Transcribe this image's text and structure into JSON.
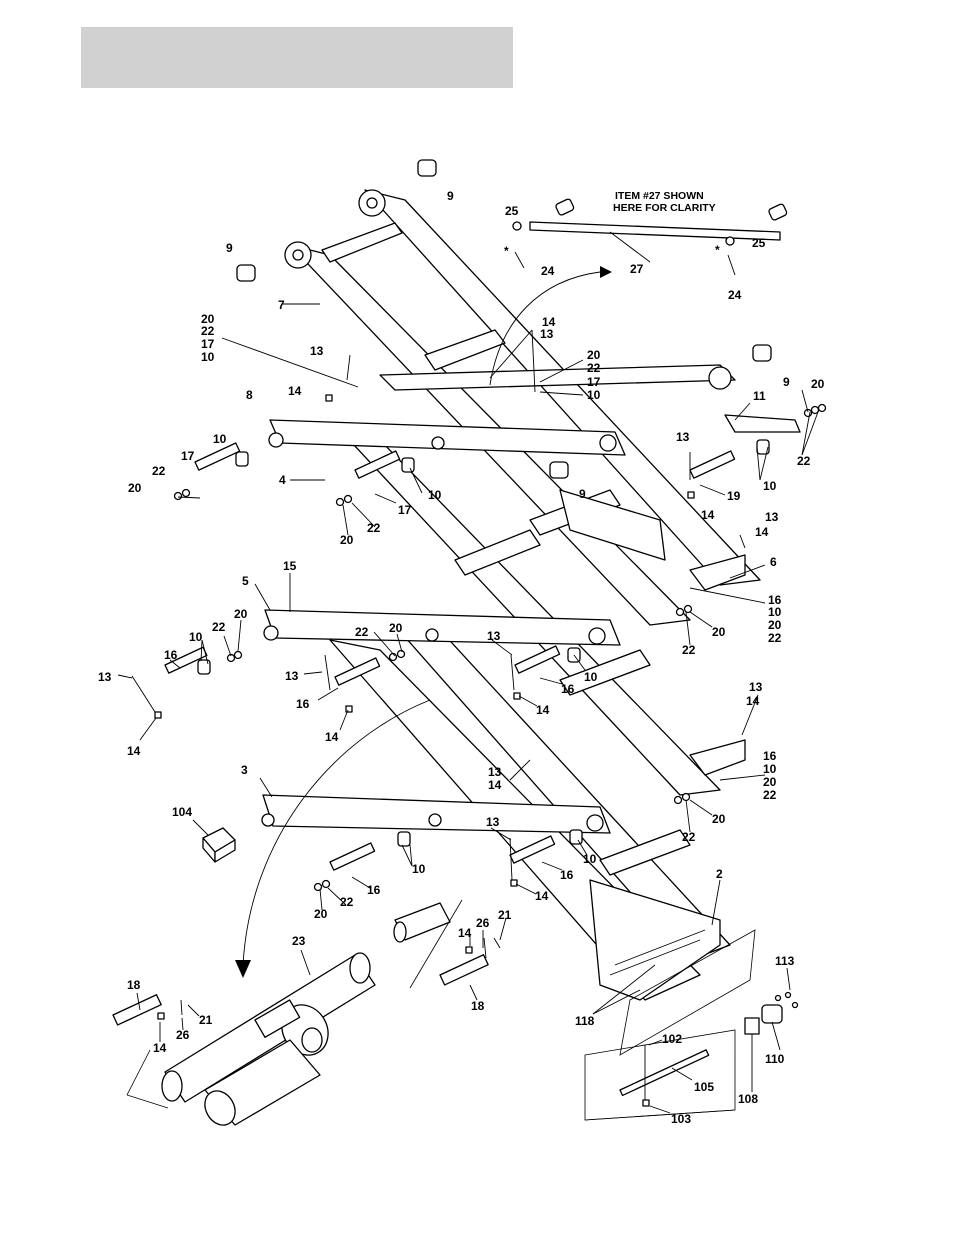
{
  "header": {
    "fill": "#d1d1d1"
  },
  "note": {
    "line1": "ITEM #27 SHOWN",
    "line2": "HERE FOR CLARITY"
  },
  "asterisk": "*",
  "callouts": [
    {
      "id": "c9a",
      "text": "9"
    },
    {
      "id": "c9b",
      "text": "9"
    },
    {
      "id": "c7",
      "text": "7"
    },
    {
      "id": "c25a",
      "text": "25"
    },
    {
      "id": "c24a",
      "text": "24"
    },
    {
      "id": "c27",
      "text": "27"
    },
    {
      "id": "c25b",
      "text": "25"
    },
    {
      "id": "c24b",
      "text": "24"
    },
    {
      "id": "c20s",
      "text": "20"
    },
    {
      "id": "c22s",
      "text": "22"
    },
    {
      "id": "c17s",
      "text": "17"
    },
    {
      "id": "c10s",
      "text": "10"
    },
    {
      "id": "c13a",
      "text": "13"
    },
    {
      "id": "c14a",
      "text": "14"
    },
    {
      "id": "c14b",
      "text": "14"
    },
    {
      "id": "c13b",
      "text": "13"
    },
    {
      "id": "c20t",
      "text": "20"
    },
    {
      "id": "c22t",
      "text": "22"
    },
    {
      "id": "c17t",
      "text": "17"
    },
    {
      "id": "c10t",
      "text": "10"
    },
    {
      "id": "c9c",
      "text": "9"
    },
    {
      "id": "c8",
      "text": "8"
    },
    {
      "id": "c11",
      "text": "11"
    },
    {
      "id": "c20u",
      "text": "20"
    },
    {
      "id": "c10a",
      "text": "10"
    },
    {
      "id": "c17a",
      "text": "17"
    },
    {
      "id": "c22a",
      "text": "22"
    },
    {
      "id": "c20a",
      "text": "20"
    },
    {
      "id": "c4",
      "text": "4"
    },
    {
      "id": "c10b",
      "text": "10"
    },
    {
      "id": "c17b",
      "text": "17"
    },
    {
      "id": "c9d",
      "text": "9"
    },
    {
      "id": "c13c",
      "text": "13"
    },
    {
      "id": "c22b",
      "text": "22"
    },
    {
      "id": "c10c",
      "text": "10"
    },
    {
      "id": "c19",
      "text": "19"
    },
    {
      "id": "c20b",
      "text": "20"
    },
    {
      "id": "c22c",
      "text": "22"
    },
    {
      "id": "c14c",
      "text": "14"
    },
    {
      "id": "c13d",
      "text": "13"
    },
    {
      "id": "c14d",
      "text": "14"
    },
    {
      "id": "c6",
      "text": "6"
    },
    {
      "id": "c15",
      "text": "15"
    },
    {
      "id": "c5",
      "text": "5"
    },
    {
      "id": "c16s",
      "text": "16"
    },
    {
      "id": "c10u",
      "text": "10"
    },
    {
      "id": "c20v",
      "text": "20"
    },
    {
      "id": "c22u",
      "text": "22"
    },
    {
      "id": "c20c",
      "text": "20"
    },
    {
      "id": "c22d",
      "text": "22"
    },
    {
      "id": "c10d",
      "text": "10"
    },
    {
      "id": "c16a",
      "text": "16"
    },
    {
      "id": "c13e",
      "text": "13"
    },
    {
      "id": "c14e",
      "text": "14"
    },
    {
      "id": "c22e",
      "text": "22"
    },
    {
      "id": "c20d",
      "text": "20"
    },
    {
      "id": "c13f",
      "text": "13"
    },
    {
      "id": "c16b",
      "text": "16"
    },
    {
      "id": "c14f",
      "text": "14"
    },
    {
      "id": "c13g",
      "text": "13"
    },
    {
      "id": "c10e",
      "text": "10"
    },
    {
      "id": "c16c",
      "text": "16"
    },
    {
      "id": "c14g",
      "text": "14"
    },
    {
      "id": "c22f",
      "text": "22"
    },
    {
      "id": "c20e",
      "text": "20"
    },
    {
      "id": "c13h",
      "text": "13"
    },
    {
      "id": "c14h",
      "text": "14"
    },
    {
      "id": "c16t",
      "text": "16"
    },
    {
      "id": "c10v",
      "text": "10"
    },
    {
      "id": "c20w",
      "text": "20"
    },
    {
      "id": "c22v",
      "text": "22"
    },
    {
      "id": "c13i",
      "text": "13"
    },
    {
      "id": "c14i",
      "text": "14"
    },
    {
      "id": "c3",
      "text": "3"
    },
    {
      "id": "c104",
      "text": "104"
    },
    {
      "id": "c22g",
      "text": "22"
    },
    {
      "id": "c20f",
      "text": "20"
    },
    {
      "id": "c13j",
      "text": "13"
    },
    {
      "id": "c10f",
      "text": "10"
    },
    {
      "id": "c16d",
      "text": "16"
    },
    {
      "id": "c14j",
      "text": "14"
    },
    {
      "id": "c10g",
      "text": "10"
    },
    {
      "id": "c16e",
      "text": "16"
    },
    {
      "id": "c20g",
      "text": "20"
    },
    {
      "id": "c22h",
      "text": "22"
    },
    {
      "id": "c2",
      "text": "2"
    },
    {
      "id": "c23",
      "text": "23"
    },
    {
      "id": "c14k",
      "text": "14"
    },
    {
      "id": "c26a",
      "text": "26"
    },
    {
      "id": "c21a",
      "text": "21"
    },
    {
      "id": "c18a",
      "text": "18"
    },
    {
      "id": "c18b",
      "text": "18"
    },
    {
      "id": "c21b",
      "text": "21"
    },
    {
      "id": "c26b",
      "text": "26"
    },
    {
      "id": "c14l",
      "text": "14"
    },
    {
      "id": "c118",
      "text": "118"
    },
    {
      "id": "c113",
      "text": "113"
    },
    {
      "id": "c102",
      "text": "102"
    },
    {
      "id": "c110",
      "text": "110"
    },
    {
      "id": "c105",
      "text": "105"
    },
    {
      "id": "c108",
      "text": "108"
    },
    {
      "id": "c103",
      "text": "103"
    }
  ]
}
